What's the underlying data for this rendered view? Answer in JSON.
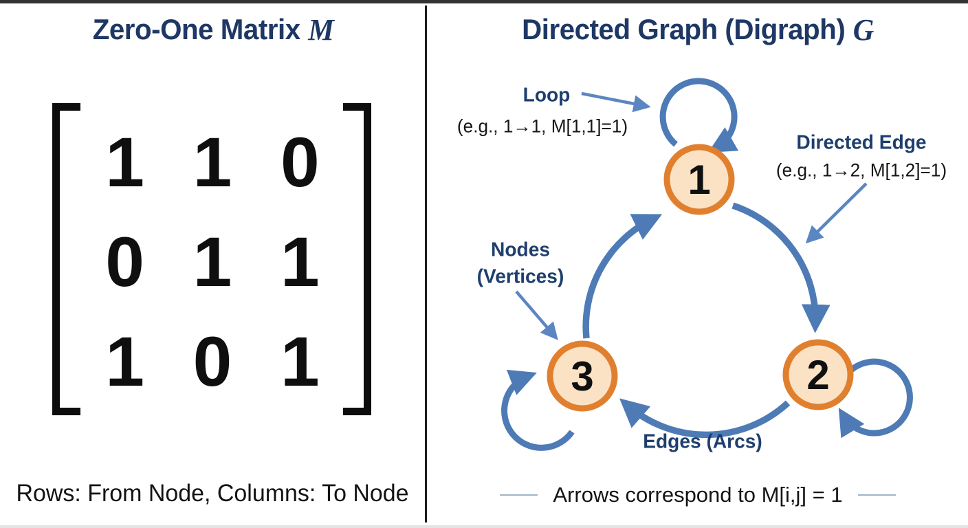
{
  "left_panel": {
    "title": {
      "text": "Zero-One Matrix",
      "symbol": "M"
    },
    "matrix": {
      "rows": [
        [
          "1",
          "1",
          "0"
        ],
        [
          "0",
          "1",
          "1"
        ],
        [
          "1",
          "0",
          "1"
        ]
      ]
    },
    "caption": "Rows: From Node, Columns: To Node"
  },
  "right_panel": {
    "title": {
      "text": "Directed Graph (Digraph)",
      "symbol": "G"
    },
    "annotations": {
      "loop": {
        "label": "Loop",
        "example": "(e.g., 1→1, M[1,1]=1)"
      },
      "directed_edge": {
        "label": "Directed Edge",
        "example": "(e.g., 1→2, M[1,2]=1)"
      },
      "nodes": {
        "line1": "Nodes",
        "line2": "(Vertices)"
      },
      "edges": {
        "label": "Edges (Arcs)"
      }
    },
    "caption": "Arrows correspond to M[i,j] = 1"
  },
  "graph": {
    "nodes": [
      {
        "label": "1"
      },
      {
        "label": "2"
      },
      {
        "label": "3"
      }
    ],
    "edges": [
      "1→1",
      "1→2",
      "2→2",
      "2→3",
      "3→3",
      "3→1"
    ]
  },
  "colors": {
    "title_navy": "#1E3765",
    "label_navy": "#1E3F6E",
    "edge_blue": "#4E7BB5",
    "annotation_blue": "#5B86C2",
    "node_fill": "#FBE2C4",
    "node_border": "#E0802F",
    "text_black": "#141414",
    "caption_line": "#9FB3C8"
  }
}
